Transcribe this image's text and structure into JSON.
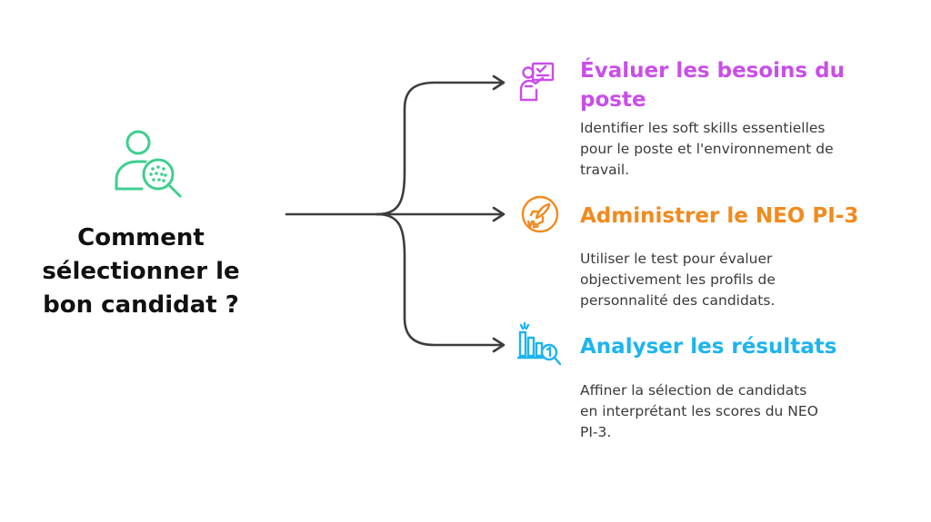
{
  "central": {
    "lines": [
      "Comment",
      "sélectionner le",
      "bon candidat ?"
    ],
    "icon": "user-search-icon",
    "color": "#3ecf8e"
  },
  "branches": [
    {
      "title_lines": [
        "Évaluer les besoins du",
        "poste"
      ],
      "desc_lines": [
        "Identifier les soft skills essentielles",
        "pour le poste et l'environnement de",
        "travail."
      ],
      "icon": "presenter-board-icon",
      "color": "#c94ee8"
    },
    {
      "title_lines": [
        "Administrer le NEO PI-3"
      ],
      "desc_lines": [
        "Utiliser le test pour évaluer",
        "objectivement les profils de",
        "personnalité des candidats."
      ],
      "icon": "rocket-badge-icon",
      "color": "#f28a1e"
    },
    {
      "title_lines": [
        "Analyser les résultats"
      ],
      "desc_lines": [
        "Affiner la sélection de candidats",
        "en interprétant les scores du NEO",
        "PI-3."
      ],
      "icon": "chart-magnifier-icon",
      "color": "#1db4f0"
    }
  ],
  "connector_color": "#3d3d3d"
}
